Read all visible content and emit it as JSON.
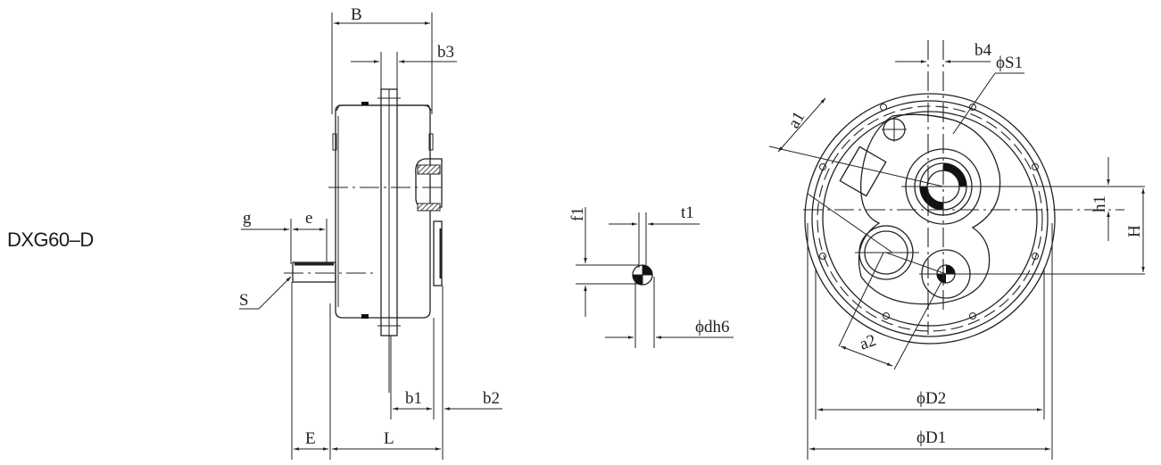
{
  "model": "DXG60–D",
  "side_view": {
    "labels": {
      "B": "B",
      "b3": "b3",
      "g": "g",
      "e": "e",
      "S": "S",
      "E": "E",
      "L": "L",
      "b1": "b1",
      "b2": "b2"
    }
  },
  "shaft_detail": {
    "labels": {
      "f1": "f1",
      "t1": "t1",
      "dh6": "ϕdh6"
    }
  },
  "front_view": {
    "labels": {
      "b4": "b4",
      "S1": "ϕS1",
      "a1": "a1",
      "a2": "a2",
      "h1": "h1",
      "H": "H",
      "D2": "ϕD2",
      "D1": "ϕD1"
    }
  }
}
